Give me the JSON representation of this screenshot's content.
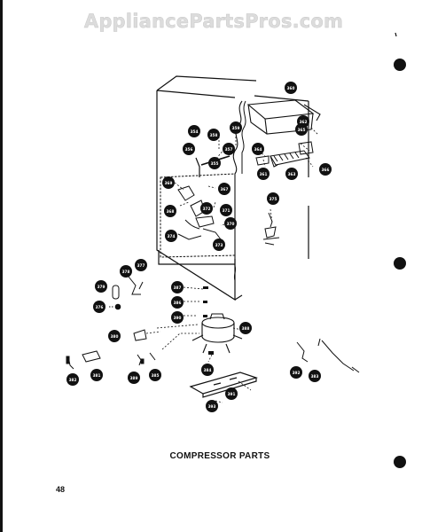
{
  "watermark": "AppliancePartsPros.com",
  "caption": "COMPRESSOR PARTS",
  "page_number": "48",
  "callouts": [
    {
      "id": "c360",
      "label": "360"
    },
    {
      "id": "c354",
      "label": "354"
    },
    {
      "id": "c356",
      "label": "356"
    },
    {
      "id": "c358",
      "label": "358"
    },
    {
      "id": "c357",
      "label": "357"
    },
    {
      "id": "c359",
      "label": "359"
    },
    {
      "id": "c355",
      "label": "355"
    },
    {
      "id": "c364",
      "label": "364"
    },
    {
      "id": "c361",
      "label": "361"
    },
    {
      "id": "c362",
      "label": "362"
    },
    {
      "id": "c363",
      "label": "363"
    },
    {
      "id": "c365",
      "label": "365"
    },
    {
      "id": "c366",
      "label": "366"
    },
    {
      "id": "c369",
      "label": "369"
    },
    {
      "id": "c367",
      "label": "367"
    },
    {
      "id": "c368",
      "label": "368"
    },
    {
      "id": "c372",
      "label": "372"
    },
    {
      "id": "c371",
      "label": "371"
    },
    {
      "id": "c370",
      "label": "370"
    },
    {
      "id": "c374",
      "label": "374"
    },
    {
      "id": "c373",
      "label": "373"
    },
    {
      "id": "c375",
      "label": "375"
    },
    {
      "id": "c377",
      "label": "377"
    },
    {
      "id": "c378",
      "label": "378"
    },
    {
      "id": "c379",
      "label": "379"
    },
    {
      "id": "c376",
      "label": "376"
    },
    {
      "id": "c387",
      "label": "387"
    },
    {
      "id": "c386",
      "label": "386"
    },
    {
      "id": "c390",
      "label": "390"
    },
    {
      "id": "c388",
      "label": "388"
    },
    {
      "id": "c380",
      "label": "380"
    },
    {
      "id": "c384",
      "label": "384"
    },
    {
      "id": "c389",
      "label": "389"
    },
    {
      "id": "c385",
      "label": "385"
    },
    {
      "id": "c382",
      "label": "382"
    },
    {
      "id": "c381",
      "label": "381"
    },
    {
      "id": "c391",
      "label": "391"
    },
    {
      "id": "c383",
      "label": "383"
    },
    {
      "id": "c392",
      "label": "392"
    },
    {
      "id": "c393",
      "label": "393"
    }
  ]
}
